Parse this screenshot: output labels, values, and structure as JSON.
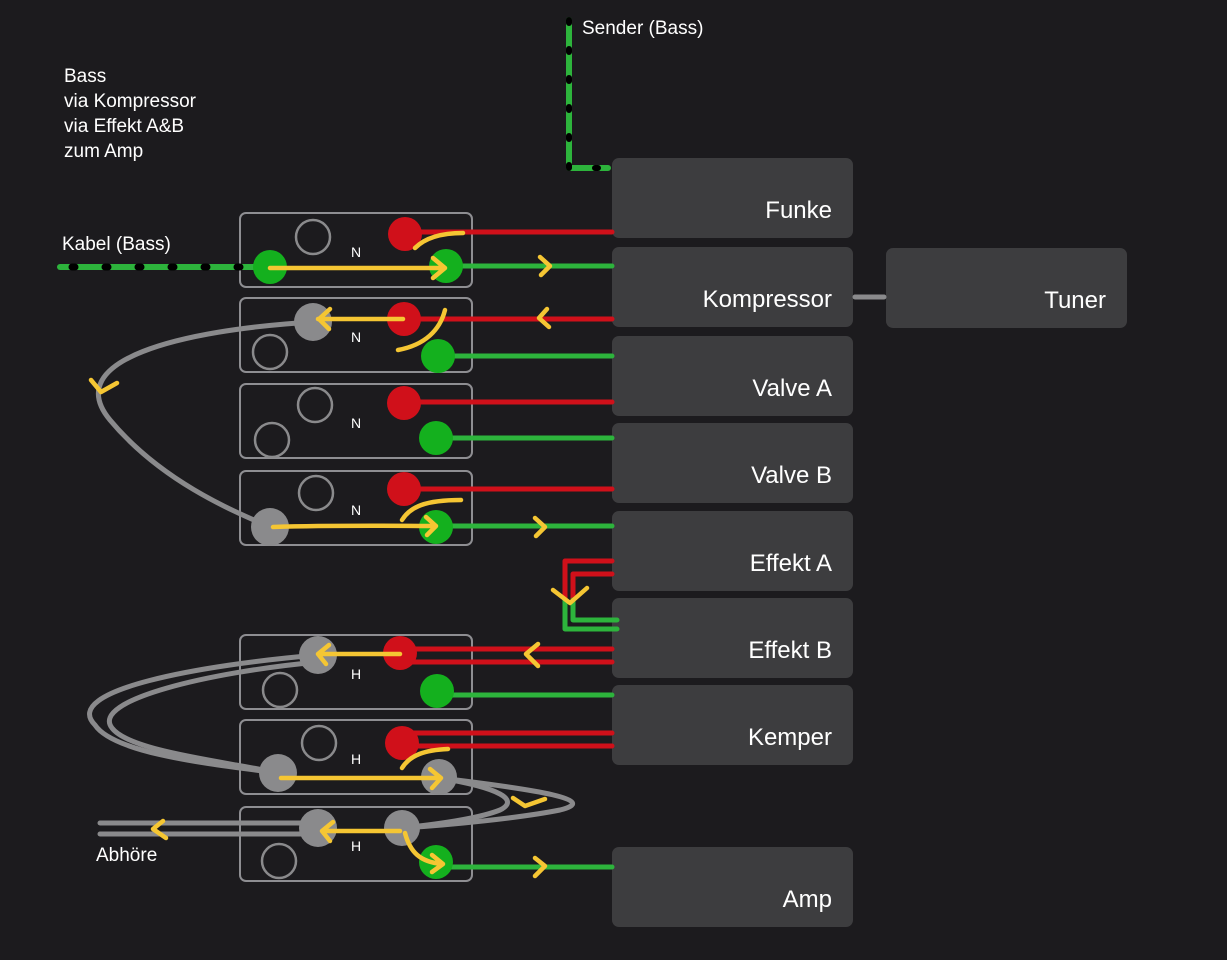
{
  "title_note": [
    "Bass",
    "via Kompressor",
    "via Effekt A&B",
    "zum Amp"
  ],
  "labels": {
    "sender": "Sender (Bass)",
    "cable": "Kabel (Bass)",
    "monitor": "Abhöre"
  },
  "devices": [
    {
      "name": "Funke"
    },
    {
      "name": "Kompressor"
    },
    {
      "name": "Tuner"
    },
    {
      "name": "Valve A"
    },
    {
      "name": "Valve B"
    },
    {
      "name": "Effekt A"
    },
    {
      "name": "Effekt B"
    },
    {
      "name": "Kemper"
    },
    {
      "name": "Amp"
    }
  ],
  "patchbay_rows": [
    {
      "mode": "N"
    },
    {
      "mode": "N"
    },
    {
      "mode": "N"
    },
    {
      "mode": "N"
    },
    {
      "mode": "H"
    },
    {
      "mode": "H"
    },
    {
      "mode": "H"
    }
  ],
  "colors": {
    "background": "#1c1b1e",
    "device": "#3d3d3f",
    "send_red": "#d0101a",
    "return_green": "#14b01e",
    "cable_green": "#2db43c",
    "signal_arrow": "#f5c633",
    "patch_gray": "#8a8a8c"
  }
}
